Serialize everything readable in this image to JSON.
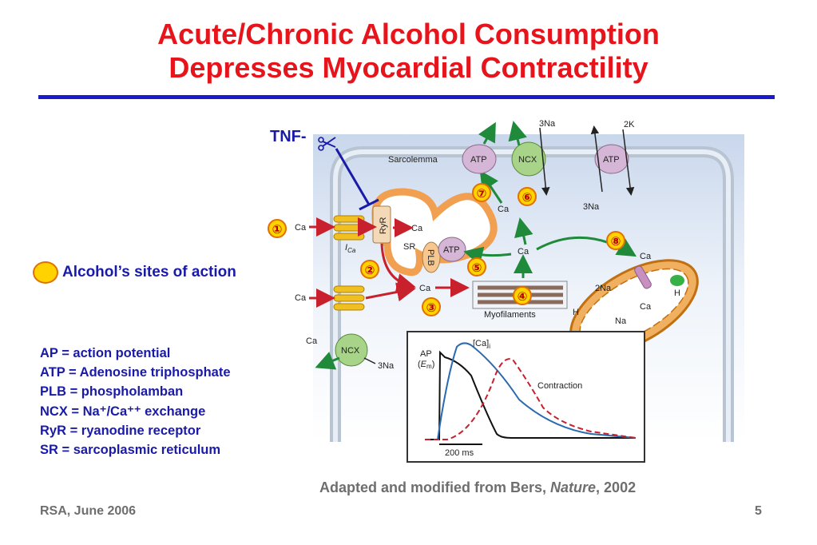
{
  "slide": {
    "title_line1": "Acute/Chronic Alcohol Consumption",
    "title_line2": "Depresses Myocardial Contractility",
    "tnf_label": "TNF-",
    "legend_text": "Alcohol’s sites of action",
    "abbreviations": [
      "AP = action potential",
      "ATP = Adenosine triphosphate",
      "PLB = phospholamban",
      "NCX = Na⁺/Ca⁺⁺ exchange",
      "RyR = ryanodine receptor",
      "SR = sarcoplasmic reticulum"
    ],
    "credit_prefix": "Adapted and modified from Bers, ",
    "credit_journal": "Nature",
    "credit_suffix": ", 2002",
    "footer_left": "RSA, June 2006",
    "footer_right": "5"
  },
  "diagram": {
    "sarcolemma": "Sarcolemma",
    "sr": "SR",
    "ryr": "RyR",
    "plb": "PLB",
    "atp": "ATP",
    "ncx": "NCX",
    "ca": "Ca",
    "na3": "3Na",
    "k2": "2K",
    "na2": "2Na",
    "na": "Na",
    "h": "H",
    "i_ca_main": "I",
    "i_ca_sub": "Ca",
    "myofilaments": "Myofilaments",
    "site_numbers": [
      "①",
      "②",
      "③",
      "④",
      "⑤",
      "⑥",
      "⑦",
      "⑧"
    ],
    "graph": {
      "ap_label": "AP",
      "em_label_open": "(",
      "em_label": "E",
      "em_sub": "m",
      "em_label_close": ")",
      "ca_label": "[Ca]",
      "ca_sub": "i",
      "contraction_label": "Contraction",
      "scale_label": "200 ms"
    }
  },
  "colors": {
    "title": "#e8141c",
    "accent_blue": "#1a1aa8",
    "site_marker_fill": "#ffd200",
    "site_marker_border": "#e07000",
    "arrow_red": "#c8202c",
    "arrow_green": "#1f8a3a",
    "cell_blue": "#dfe8f5"
  }
}
